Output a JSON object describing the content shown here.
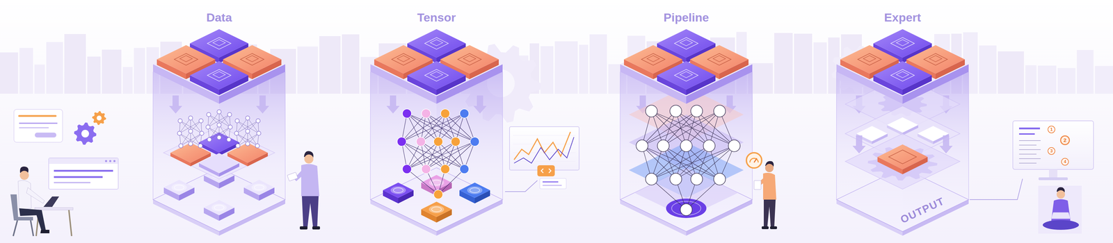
{
  "diagram": {
    "nodes": [
      {
        "text": [
          "Data"
        ]
      },
      {
        "text": [
          "Tensor"
        ]
      },
      {
        "text": [
          "Pipeline"
        ]
      },
      {
        "text": [
          "Expert"
        ]
      }
    ],
    "labels": [
      "OUTPUT",
      "1",
      "2",
      "3",
      "4"
    ]
  }
}
